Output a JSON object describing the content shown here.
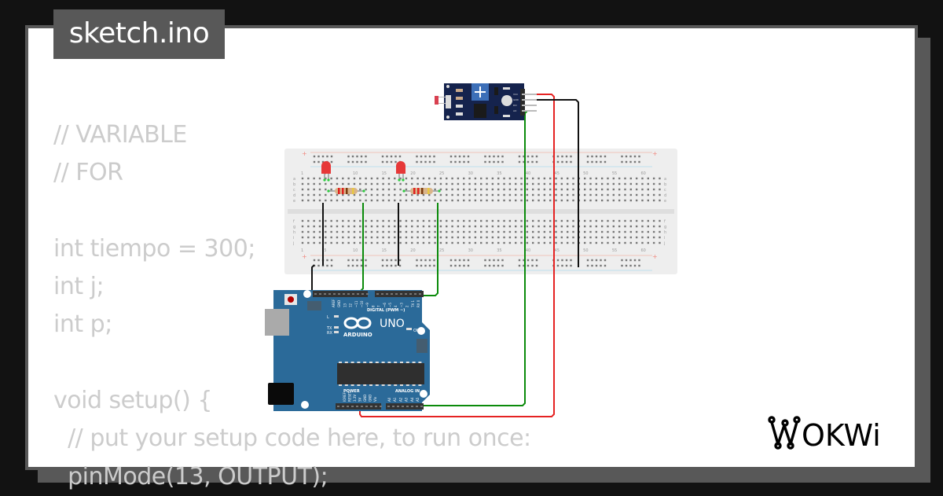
{
  "title": "sketch.ino",
  "code_lines": [
    "// VARIABLE",
    "// FOR",
    "",
    "int tiempo = 300;",
    "int j;",
    "int p;",
    "",
    "void setup() {",
    "  // put your setup code here, to run once:",
    "  pinMode(13, OUTPUT);"
  ],
  "logo": "WOKWi",
  "colors": {
    "background": "#121212",
    "frame": "#585858",
    "code_text": "#cccccc",
    "arduino_blue": "#2b6a99",
    "sensor_board": "#15234d",
    "wire_red": "#e52222",
    "wire_green": "#0b8b0b",
    "wire_black": "#111111"
  },
  "diagram": {
    "breadboard": {
      "column_labels": [
        "1",
        "5",
        "10",
        "15",
        "20",
        "25",
        "30",
        "35",
        "40",
        "45",
        "50",
        "55",
        "60"
      ],
      "row_labels_top": [
        "a",
        "b",
        "c",
        "d",
        "e"
      ],
      "row_labels_bottom": [
        "f",
        "g",
        "h",
        "i",
        "j"
      ],
      "rail_plus": "+",
      "rail_minus": "-"
    },
    "arduino": {
      "model": "UNO",
      "brand": "ARDUINO",
      "digital_label": "DIGITAL (PWM ~)",
      "power_label": "POWER",
      "analog_label": "ANALOG IN",
      "on_label": "ON",
      "led_labels": [
        "L",
        "TX",
        "RX"
      ],
      "digital_pins": [
        "AREF",
        "GND",
        "13",
        "12",
        "~11",
        "~10",
        "~9",
        "8",
        "7",
        "~6",
        "~5",
        "4",
        "~3",
        "2",
        "TX 1",
        "RX 0"
      ],
      "power_pins": [
        "IOREF",
        "RESET",
        "3.3V",
        "5V",
        "GND",
        "GND",
        "Vin"
      ],
      "analog_pins": [
        "A0",
        "A1",
        "A2",
        "A3",
        "A4",
        "A5"
      ]
    },
    "sensor": {
      "name": "Photoresistor sensor module",
      "pins": [
        "VCC",
        "GND",
        "DO",
        "AO"
      ]
    },
    "components": [
      "LED 1",
      "LED 2",
      "Resistor 1",
      "Resistor 2"
    ]
  }
}
